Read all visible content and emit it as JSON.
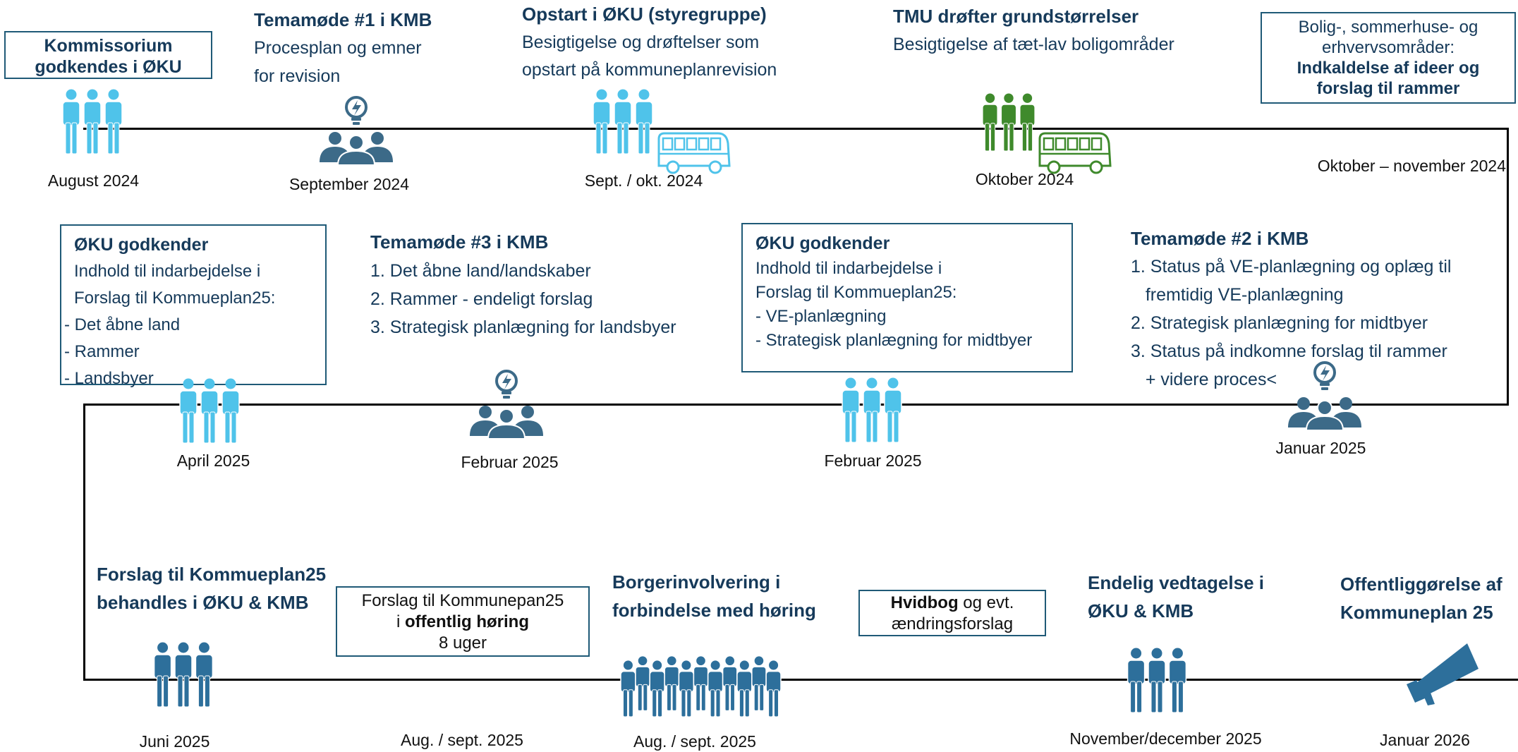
{
  "colors": {
    "light_blue": "#4fc3ea",
    "dark_slate": "#3c6a88",
    "green": "#3f8a2c",
    "mid_blue": "#2d6f9b",
    "navy": "#163a5a"
  },
  "row1": {
    "e1": {
      "title_l1": "Kommissorium",
      "title_l2": "godkendes i ØKU",
      "date": "August 2024",
      "icon": "people-icon"
    },
    "e2": {
      "title": "Temamøde #1 i KMB",
      "line1": "Procesplan og emner",
      "line2": "for revision",
      "date": "September 2024",
      "icon": "meeting-idea-icon"
    },
    "e3": {
      "title": "Opstart i ØKU (styregruppe)",
      "line1": "Besigtigelse og drøftelser som",
      "line2": "opstart på kommuneplanrevision",
      "date": "Sept. / okt. 2024",
      "icon": "people-bus-icon"
    },
    "e4": {
      "title": "TMU drøfter grundstørrelser",
      "line1": "Besigtigelse af tæt-lav boligområder",
      "date": "Oktober 2024",
      "icon": "people-bus-icon"
    },
    "e5": {
      "line1": "Bolig-, sommerhuse- og",
      "line2": "erhvervsområder:",
      "bold1": "Indkaldelse af ideer og",
      "bold2": "forslag til rammer",
      "date": "Oktober – november 2024"
    }
  },
  "row2": {
    "e1": {
      "title": "ØKU godkender",
      "lines": [
        "Indhold til indarbejdelse i",
        "Forslag til Kommueplan25:",
        "- Det åbne land",
        "- Rammer",
        "- Landsbyer"
      ],
      "date": "April 2025",
      "icon": "people-icon"
    },
    "e2": {
      "title": "Temamøde #3 i KMB",
      "lines": [
        "1. Det åbne land/landskaber",
        "2. Rammer - endeligt forslag",
        "3. Strategisk planlægning for landsbyer"
      ],
      "date": "Februar 2025",
      "icon": "meeting-idea-icon"
    },
    "e3": {
      "title": "ØKU godkender",
      "lines": [
        "Indhold til indarbejdelse i",
        "Forslag til Kommueplan25:",
        "- VE-planlægning",
        "- Strategisk planlægning for midtbyer"
      ],
      "date": "Februar 2025",
      "icon": "people-icon"
    },
    "e4": {
      "title": "Temamøde #2 i KMB",
      "lines": [
        "1. Status på VE-planlægning og oplæg til",
        "   fremtidig VE-planlægning",
        "2. Strategisk planlægning for midtbyer",
        "3. Status på indkomne forslag til rammer",
        "   + videre proces<"
      ],
      "date": "Januar 2025",
      "icon": "meeting-idea-icon"
    }
  },
  "row3": {
    "e1": {
      "title_l1": "Forslag til Kommueplan25",
      "title_l2": "behandles i ØKU & KMB",
      "date": "Juni 2025",
      "icon": "people-icon"
    },
    "e2": {
      "line1": "Forslag til Kommunepan25",
      "line2_pre": "i ",
      "line2_bold": "offentlig høring",
      "line3": "8 uger",
      "date": "Aug. / sept. 2025"
    },
    "e3": {
      "title_l1": "Borgerinvolvering i",
      "title_l2": "forbindelse med høring",
      "date": "Aug. / sept. 2025",
      "icon": "crowd-icon"
    },
    "e4": {
      "bold": "Hvidbog",
      "rest": " og evt.",
      "line2": "ændringsforslag"
    },
    "e5": {
      "title_l1": "Endelig vedtagelse i",
      "title_l2": "ØKU & KMB",
      "date": "November/december 2025",
      "icon": "people-icon"
    },
    "e6": {
      "title_l1": "Offentliggørelse af",
      "title_l2": "Kommuneplan 25",
      "date": "Januar 2026",
      "icon": "megaphone-icon"
    }
  }
}
